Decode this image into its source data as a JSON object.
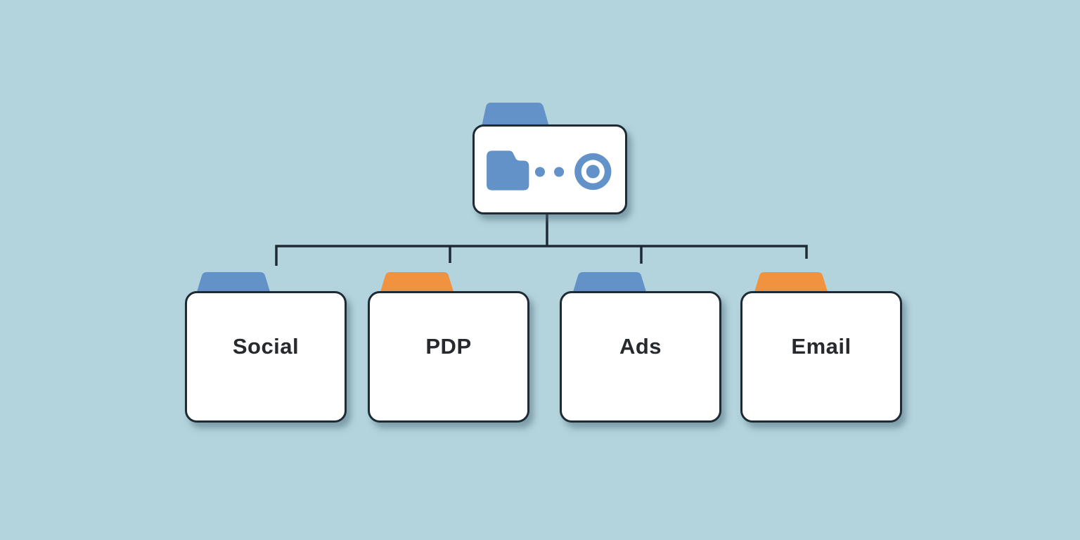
{
  "page": {
    "background_color": "#b3d3dd"
  },
  "colors": {
    "blue": "#6292c7",
    "orange": "#f0923e",
    "line": "#1f2b34",
    "box_border": "#1f2b34",
    "box_background": "#ffffff",
    "label_text": "#26292d"
  },
  "root_folder": {
    "icon_names": [
      "folder-icon",
      "dots-icon",
      "target-icon"
    ]
  },
  "folders": [
    {
      "label": "Social",
      "tab_color": "#6292c7"
    },
    {
      "label": "PDP",
      "tab_color": "#f0923e"
    },
    {
      "label": "Ads",
      "tab_color": "#6292c7"
    },
    {
      "label": "Email",
      "tab_color": "#f0923e"
    }
  ]
}
